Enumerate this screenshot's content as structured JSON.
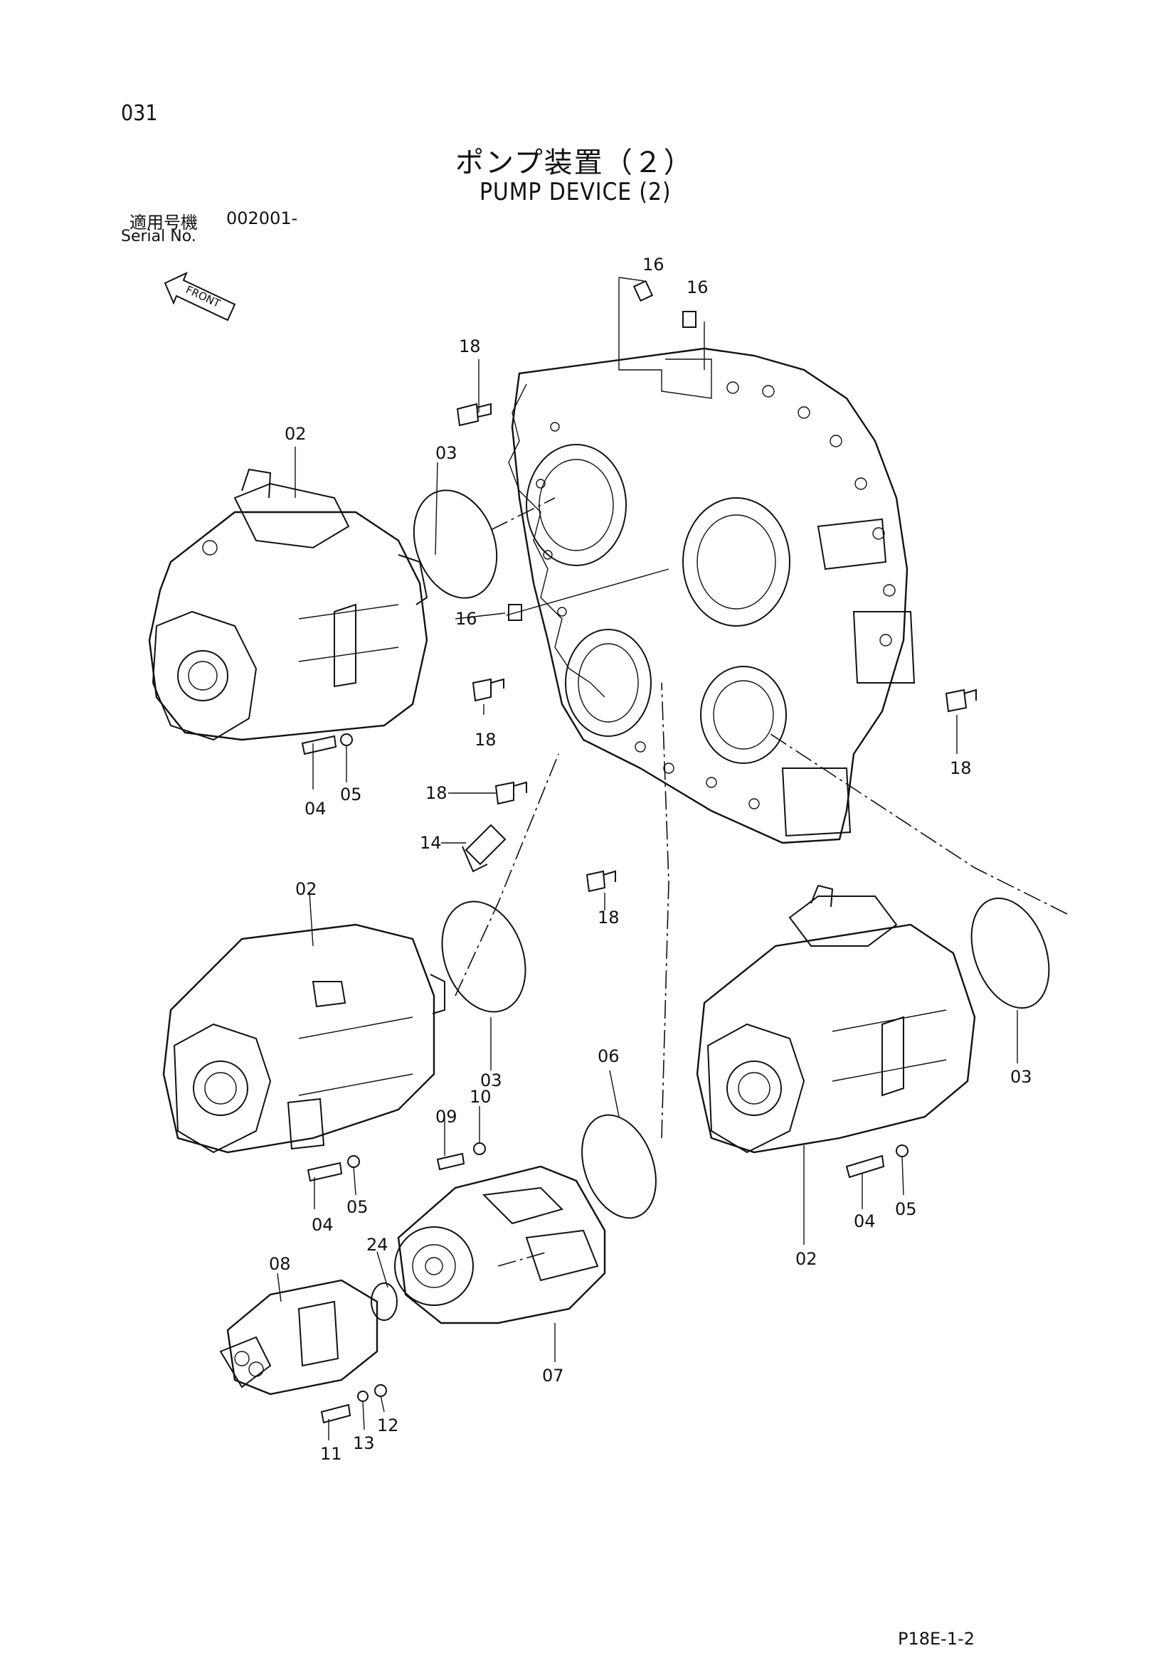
{
  "header": {
    "page_number": "031",
    "title_jp": "ポンプ装置（２）",
    "title_en": "PUMP DEVICE (2)",
    "serial_label_jp": "適用号機",
    "serial_number": "002001-",
    "serial_label_en": "Serial No."
  },
  "front_indicator": {
    "label": "FRONT",
    "icon": "front-arrow-icon"
  },
  "callouts": {
    "c16a": "16",
    "c16b": "16",
    "c18a": "18",
    "c02a": "02",
    "c03a": "03",
    "c16c": "16",
    "c18b": "18",
    "c18c": "18",
    "c18d": "18",
    "c14": "14",
    "c18e": "18",
    "c04a": "04",
    "c05a": "05",
    "c02b": "02",
    "c03b": "03",
    "c10": "10",
    "c09": "09",
    "c05b": "05",
    "c04b": "04",
    "c06": "06",
    "c24": "24",
    "c08": "08",
    "c07": "07",
    "c11": "11",
    "c13": "13",
    "c12": "12",
    "c02c": "02",
    "c03c": "03",
    "c04c": "04",
    "c05c": "05"
  },
  "footer": {
    "page_code": "P18E-1-2"
  }
}
